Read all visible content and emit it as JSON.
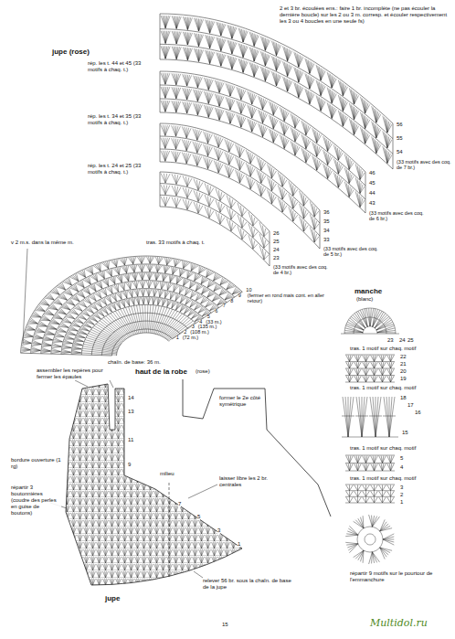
{
  "diagram": {
    "labels": [
      "2 et 3 br. écoulées ens.: faire 1 br. incomplète (ne pas écouler la dernière boucle) sur les 2 ou 3 m. corresp. et écouler respectivement les 3 ou 4 boucles en une seule fs)",
      "jupe (rose)",
      "rép. les t. 44 et 45 (33 motifs à chaq. t.)",
      "rép. les t. 34 et 35 (33 motifs à chaq. t.)",
      "rép. les t. 24 et 25 (33 motifs à chaq. t.)",
      "tras. 33 motifs à chaq. t.",
      "v 2 m.s. dans la même m.",
      "56",
      "55",
      "54",
      "(33 motifs avec des coq. de 7 br.)",
      "46",
      "45",
      "44",
      "43",
      "(33 motifs avec des coq. de 6 br.)",
      "36",
      "35",
      "34",
      "33",
      "(33 motifs avec des coq. de 5 br.)",
      "26",
      "25",
      "24",
      "23",
      "(33 motifs avec des coq. de 4 br.)",
      "10",
      "9",
      "(fermer en rond mais cont. en aller retour)",
      "8",
      "7",
      "6",
      "5",
      "4",
      "(33 m.)",
      "3",
      "(135 m.)",
      "2",
      "(108 m.)",
      "1",
      "(72 m.)",
      "chaîn. de base: 36 m.",
      "manche",
      "(blanc)",
      "25",
      "24",
      "23",
      "tras. 1 motif sur chaq. motif",
      "22",
      "21",
      "20",
      "19",
      "tras. 1 motif sur chaq. motif",
      "18",
      "17",
      "16",
      "15",
      "tras. 1 motif sur chaq. motif",
      "5",
      "4",
      "tras. 1 motif sur chaq. motif",
      "3",
      "2",
      "1",
      "répartir 9 motifs sur le pourtour de l'emmanchure",
      "haut de la robe",
      "(rose)",
      "assembler les repères pour fermer les épaules",
      "former le 2e côté symétrique",
      "14",
      "13",
      "11",
      "9",
      "milieu",
      "7",
      "5",
      "3",
      "1",
      "bordure ouverture (1 rg)",
      "répartir 3 boutonnières (coudre des perles en guise de boutons)",
      "laisser libre les 2 br. centrales",
      "relever 56 br. sous la chaîn. de base de la jupe",
      "jupe",
      "15",
      "Multidol.ru"
    ]
  }
}
